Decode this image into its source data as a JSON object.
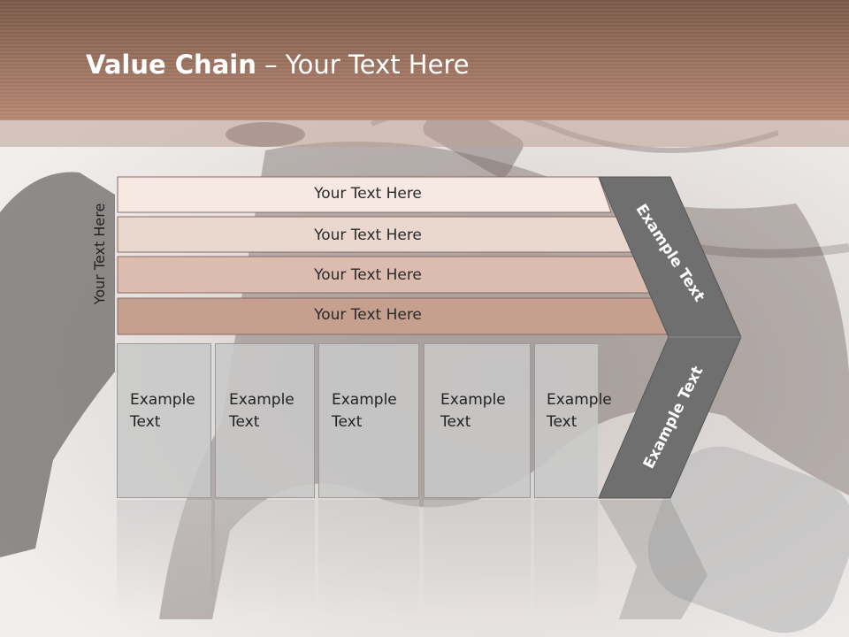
{
  "title": {
    "bold": "Value Chain",
    "rest": " – Your Text Here"
  },
  "side_label": "Your Text Here",
  "bars": [
    {
      "label": "Your Text Here",
      "color": "#f6e9e3"
    },
    {
      "label": "Your Text Here",
      "color": "#ead8cf"
    },
    {
      "label": "Your Text Here",
      "color": "#dcbcaf"
    },
    {
      "label": "Your Text Here",
      "color": "#c5a08f"
    }
  ],
  "boxes": [
    {
      "line1": "Example",
      "line2": "Text"
    },
    {
      "line1": "Example",
      "line2": "Text"
    },
    {
      "line1": "Example",
      "line2": "Text"
    },
    {
      "line1": "Example",
      "line2": "Text"
    },
    {
      "line1": "Example",
      "line2": "Text"
    }
  ],
  "chevron_top_label": "Example Text",
  "chevron_bottom_label": "Example Text",
  "colors": {
    "header": "#a77c69",
    "chevron": "#6f6f6f",
    "box": "#c8c8c8"
  }
}
